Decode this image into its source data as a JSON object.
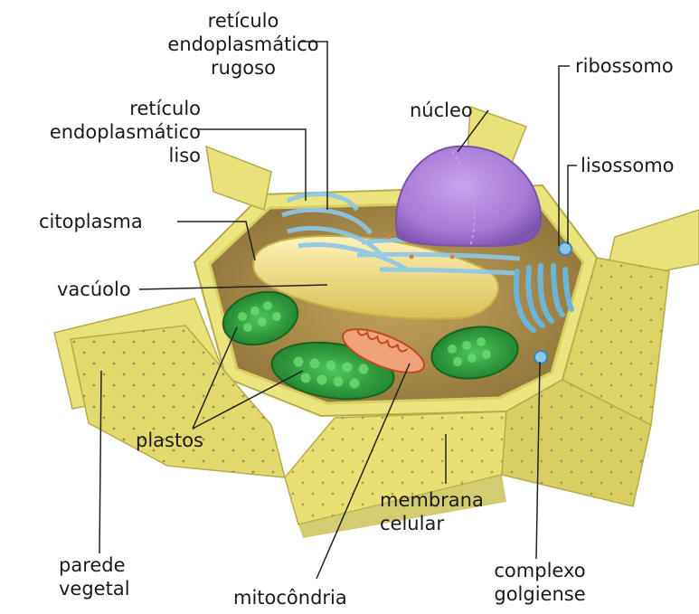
{
  "labels": {
    "rer": "retículo\nendoplasmático\nrugoso",
    "rel": "retículo\nendoplasmático\nliso",
    "citoplasma": "citoplasma",
    "vacuolo": "vacúolo",
    "plastos": "plastos",
    "parede": "parede\nvegetal",
    "mitocondria": "mitocôndria",
    "membrana": "membrana\ncelular",
    "nucleo": "núcleo",
    "ribossomo": "ribossomo",
    "lisossomo": "lisossomo",
    "golgi": "complexo\ngolgiense"
  },
  "colors": {
    "wall": "#e9e27a",
    "wall_dark": "#c9bf4e",
    "cytoplasm": "#a58a42",
    "nucleus": "#a779d4",
    "er": "#8cc7ea",
    "vacuole": "#ead77a",
    "plastid": "#2f9b3b",
    "mitochondria": "#e0623a",
    "golgi": "#6bb6d8"
  }
}
